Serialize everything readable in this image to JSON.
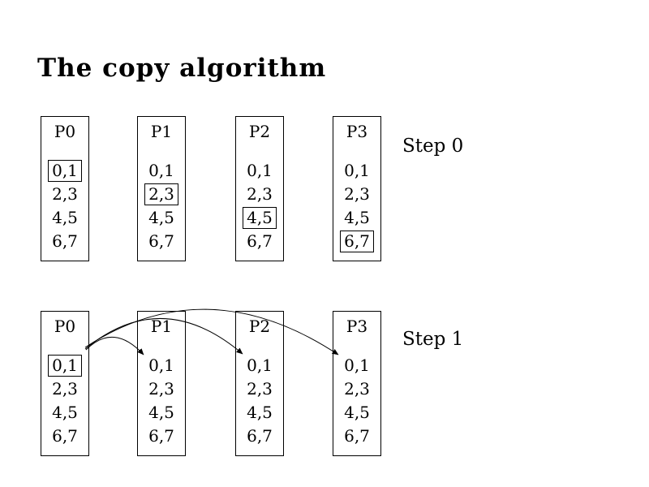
{
  "slide": {
    "title": "The copy algorithm",
    "colors": {
      "background": "#ffffff",
      "foreground": "#000000"
    }
  },
  "steps": [
    {
      "label": "Step 0",
      "processes": [
        {
          "name": "P0",
          "items": [
            "0,1",
            "2,3",
            "4,5",
            "6,7"
          ],
          "highlighted_index": 0
        },
        {
          "name": "P1",
          "items": [
            "0,1",
            "2,3",
            "4,5",
            "6,7"
          ],
          "highlighted_index": 1
        },
        {
          "name": "P2",
          "items": [
            "0,1",
            "2,3",
            "4,5",
            "6,7"
          ],
          "highlighted_index": 2
        },
        {
          "name": "P3",
          "items": [
            "0,1",
            "2,3",
            "4,5",
            "6,7"
          ],
          "highlighted_index": 3
        }
      ],
      "arrows": []
    },
    {
      "label": "Step 1",
      "processes": [
        {
          "name": "P0",
          "items": [
            "0,1",
            "2,3",
            "4,5",
            "6,7"
          ],
          "highlighted_index": 0
        },
        {
          "name": "P1",
          "items": [
            "0,1",
            "2,3",
            "4,5",
            "6,7"
          ],
          "highlighted_index": -1
        },
        {
          "name": "P2",
          "items": [
            "0,1",
            "2,3",
            "4,5",
            "6,7"
          ],
          "highlighted_index": -1
        },
        {
          "name": "P3",
          "items": [
            "0,1",
            "2,3",
            "4,5",
            "6,7"
          ],
          "highlighted_index": -1
        }
      ],
      "arrows": [
        {
          "from": "P0 item 0,1",
          "to": "P1 item 0,1"
        },
        {
          "from": "P0 item 0,1",
          "to": "P2 item 0,1"
        },
        {
          "from": "P0 item 0,1",
          "to": "P3 item 0,1"
        }
      ]
    }
  ]
}
